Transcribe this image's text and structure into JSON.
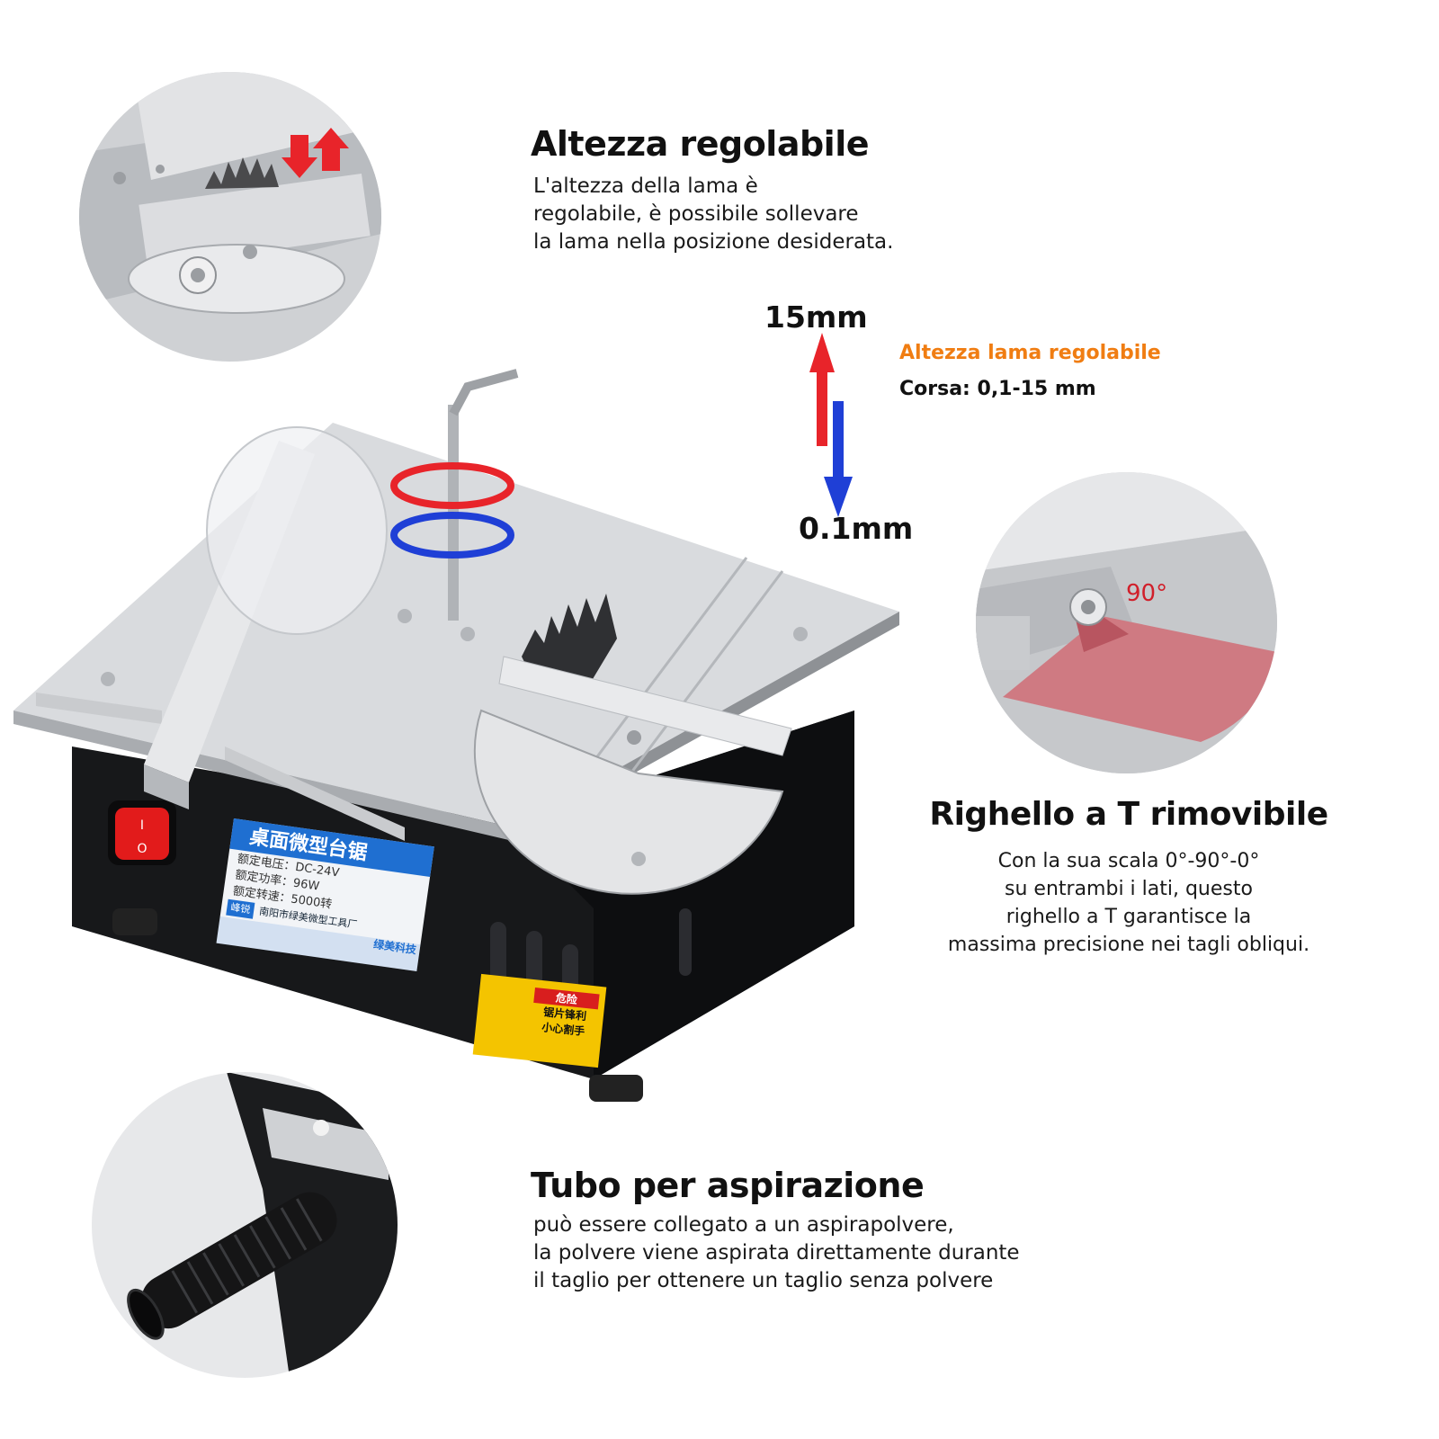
{
  "features": {
    "height": {
      "title": "Altezza regolabile",
      "lines": [
        "L'altezza della lama è",
        "regolabile, è possibile sollevare",
        "la lama nella posizione desiderata."
      ]
    },
    "stroke": {
      "top_value": "15mm",
      "bottom_value": "0.1mm",
      "label": "Altezza lama regolabile",
      "range": "Corsa: 0,1-15 mm"
    },
    "ruler": {
      "angle_badge": "90°",
      "title": "Righello a T rimovibile",
      "lines": [
        "Con la sua scala 0°-90°-0°",
        "su entrambi i lati, questo",
        "righello a T garantisce la",
        "massima precisione nei tagli obliqui."
      ]
    },
    "dust": {
      "title": "Tubo per aspirazione",
      "lines": [
        "può essere collegato a un aspirapolvere,",
        "la polvere viene aspirata direttamente durante",
        "il taglio per ottenere un taglio senza polvere"
      ]
    }
  },
  "product_label": {
    "name": "桌面微型台锯",
    "rows": [
      "额定电压：DC-24V",
      "额定功率：96W",
      "额定转速：5000转"
    ],
    "maker": "南阳市绿美微型工具厂",
    "brand": "峰锐",
    "tech": "绿美科技"
  },
  "warning_label": {
    "title": "危险",
    "lines": [
      "锯片锋利",
      "小心割手"
    ]
  },
  "colors": {
    "accent_orange": "#f07d12",
    "arrow_red": "#e8242a",
    "arrow_blue": "#1f3fd6",
    "label_blue": "#1f6fd1",
    "warning_yellow": "#f4c400"
  }
}
